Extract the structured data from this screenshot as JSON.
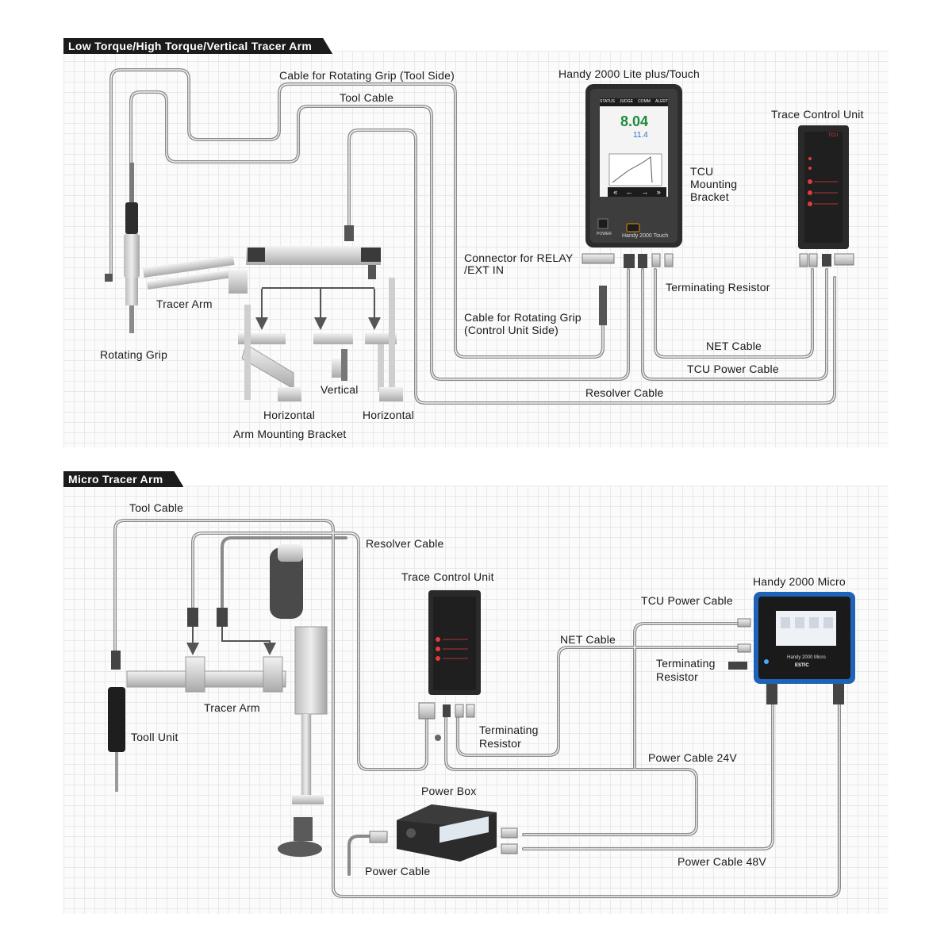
{
  "top": {
    "tab": "Low Torque/High Torque/Vertical Tracer Arm",
    "labels": {
      "cable_grip_tool": "Cable for Rotating Grip (Tool Side)",
      "tool_cable": "Tool Cable",
      "handy_title": "Handy 2000 Lite plus/Touch",
      "tcu_title": "Trace Control Unit",
      "tcu_bracket_1": "TCU",
      "tcu_bracket_2": "Mounting",
      "tcu_bracket_3": "Bracket",
      "relay_1": "Connector for RELAY",
      "relay_2": "/EXT IN",
      "terminating": "Terminating Resistor",
      "grip_ctrl_1": "Cable for Rotating Grip",
      "grip_ctrl_2": "(Control Unit Side)",
      "net_cable": "NET Cable",
      "tcu_power": "TCU Power Cable",
      "resolver": "Resolver Cable",
      "tracer_arm": "Tracer Arm",
      "rotating_grip": "Rotating Grip",
      "vertical": "Vertical",
      "horizontal_left": "Horizontal",
      "horizontal_right": "Horizontal",
      "arm_bracket": "Arm Mounting Bracket"
    },
    "device": {
      "tabs": [
        "STATUS",
        "JUDGE",
        "COMM",
        "ALERT"
      ],
      "main_value": "8.04",
      "sub_value": "11.4",
      "power_label": "POWER",
      "model": "Handy 2000 Touch",
      "nav_arrows": [
        "«",
        "←",
        "→",
        "»"
      ]
    },
    "tcu_face": "TCU"
  },
  "bottom": {
    "tab": "Micro Tracer Arm",
    "labels": {
      "tool_cable": "Tool Cable",
      "resolver": "Resolver Cable",
      "tcu_title": "Trace Control Unit",
      "tcu_power": "TCU Power Cable",
      "handy_micro": "Handy 2000 Micro",
      "net_cable": "NET Cable",
      "terminating_r_1": "Terminating",
      "terminating_r_2": "Resistor",
      "tracer_arm": "Tracer Arm",
      "tool_unit": "Tooll Unit",
      "terminating_c_1": "Terminating",
      "terminating_c_2": "Resistor",
      "power_24": "Power Cable 24V",
      "power_box": "Power Box",
      "power_48": "Power Cable 48V",
      "power_cable": "Power Cable"
    },
    "device": {
      "model": "Handy 2000 Micro",
      "brand": "ESTIC"
    }
  },
  "colors": {
    "tab_bg": "#1b1b1b",
    "cable": "#8a8a8a",
    "device_body": "#2c2c2c",
    "tcu_red": "#e23b3b",
    "micro_blue": "#1f63b8",
    "value_green": "#1f8b3c",
    "value_blue": "#2a6fc9"
  }
}
